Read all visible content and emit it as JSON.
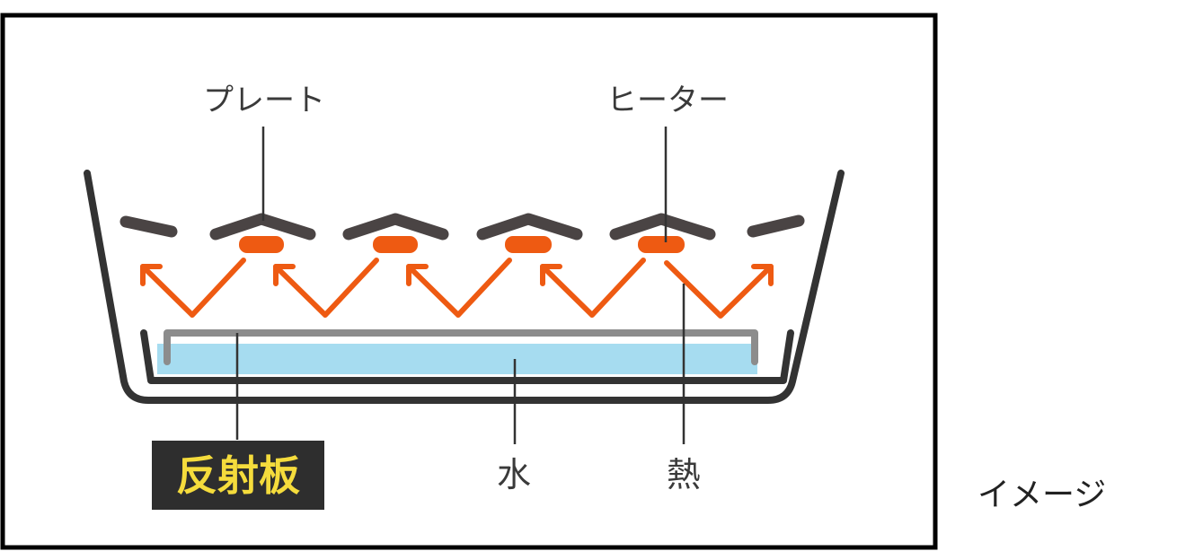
{
  "labels": {
    "plate": "プレート",
    "heater": "ヒーター",
    "reflector": "反射板",
    "water": "水",
    "heat": "熱"
  },
  "caption": "イメージ",
  "colors": {
    "frame": "#000000",
    "pot": "#333333",
    "plate": "#4a4444",
    "heater": "#ee5a12",
    "heat_arrow": "#ee5a12",
    "water": "#a6dcf0",
    "reflector_bar": "#8c8c8c",
    "reflector_label_bg": "#2e2e2e",
    "reflector_label_text": "#f5dc3c",
    "leader_line": "#333333"
  }
}
